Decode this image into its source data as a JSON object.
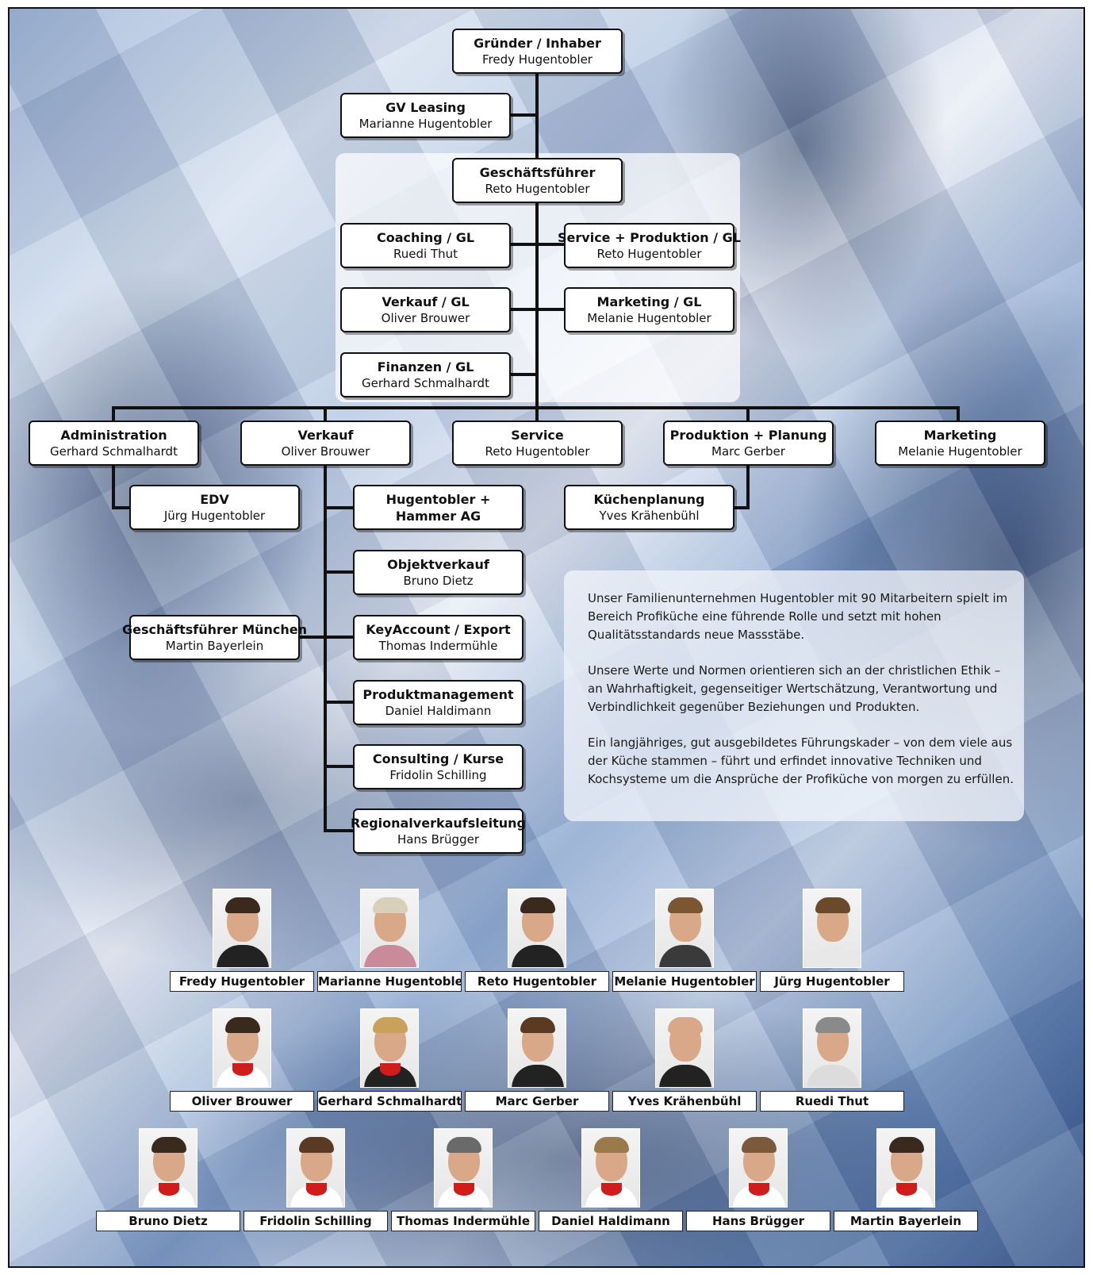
{
  "org": {
    "founder": {
      "title": "Gründer / Inhaber",
      "name": "Fredy Hugentobler"
    },
    "gv_leasing": {
      "title": "GV Leasing",
      "name": "Marianne Hugentobler"
    },
    "ceo": {
      "title": "Geschäftsführer",
      "name": "Reto Hugentobler"
    },
    "coaching": {
      "title": "Coaching / GL",
      "name": "Ruedi Thut"
    },
    "service_prod": {
      "title": "Service + Produktion / GL",
      "name": "Reto Hugentobler"
    },
    "verkauf_gl": {
      "title": "Verkauf / GL",
      "name": "Oliver Brouwer"
    },
    "marketing_gl": {
      "title": "Marketing / GL",
      "name": "Melanie Hugentobler"
    },
    "finanzen": {
      "title": "Finanzen / GL",
      "name": "Gerhard Schmalhardt"
    },
    "administration": {
      "title": "Administration",
      "name": "Gerhard Schmalhardt"
    },
    "verkauf": {
      "title": "Verkauf",
      "name": "Oliver Brouwer"
    },
    "service": {
      "title": "Service",
      "name": "Reto Hugentobler"
    },
    "produktion": {
      "title": "Produktion + Planung",
      "name": "Marc Gerber"
    },
    "marketing": {
      "title": "Marketing",
      "name": "Melanie Hugentobler"
    },
    "edv": {
      "title": "EDV",
      "name": "Jürg Hugentobler"
    },
    "hammer": {
      "title": "Hugentobler +",
      "name": "Hammer AG"
    },
    "kuechenplanung": {
      "title": "Küchenplanung",
      "name": "Yves Krähenbühl"
    },
    "objektverkauf": {
      "title": "Objektverkauf",
      "name": "Bruno Dietz"
    },
    "muenchen": {
      "title": "Geschäftsführer München",
      "name": "Martin Bayerlein"
    },
    "keyaccount": {
      "title": "KeyAccount / Export",
      "name": "Thomas Indermühle"
    },
    "produktmanagement": {
      "title": "Produktmanagement",
      "name": "Daniel Haldimann"
    },
    "consulting": {
      "title": "Consulting / Kurse",
      "name": "Fridolin Schilling"
    },
    "regional": {
      "title": "Regionalverkaufsleitung",
      "name": "Hans Brügger"
    }
  },
  "description": [
    "Unser Familienunternehmen Hugentobler mit 90 Mitarbeitern spielt im Bereich Profiküche eine führende Rolle und setzt mit hohen Qualitätsstandards neue Massstäbe.",
    "Unsere Werte und Normen orientieren sich an der christlichen Ethik – an Wahrhaftigkeit, gegenseitiger Wertschätzung, Verantwortung und Verbindlichkeit gegenüber Beziehungen und Produkten.",
    "Ein langjähriges, gut ausgebildetes Führungskader – von dem viele aus der Küche stammen – führt und erfindet innovative Techniken und Kochsysteme um die Ansprüche der Profiküche von morgen zu erfüllen."
  ],
  "people": [
    [
      "Fredy Hugentobler",
      "Marianne Hugentobler",
      "Reto Hugentobler",
      "Melanie Hugentobler",
      "Jürg Hugentobler"
    ],
    [
      "Oliver Brouwer",
      "Gerhard Schmalhardt",
      "Marc Gerber",
      "Yves Krähenbühl",
      "Ruedi Thut"
    ],
    [
      "Bruno Dietz",
      "Fridolin Schilling",
      "Thomas Indermühle",
      "Daniel Haldimann",
      "Hans Brügger",
      "Martin Bayerlein"
    ]
  ]
}
